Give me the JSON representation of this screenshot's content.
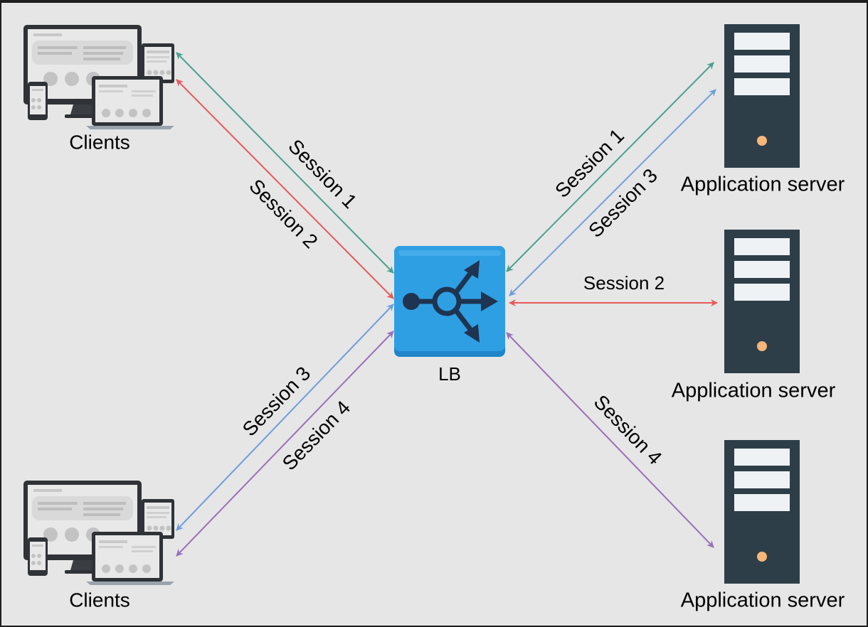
{
  "colors": {
    "background": "#e6e6e6",
    "frame": "#1f1f1f",
    "session1": "#4aa08f",
    "session2": "#e8595a",
    "session3": "#6f9ddf",
    "session4": "#9b6fb8",
    "lb_fill": "#2f9fe4",
    "lb_icon": "#1e3450",
    "server_body": "#2e3e48",
    "server_led": "#f4b779"
  },
  "clients": [
    {
      "label": "Clients"
    },
    {
      "label": "Clients"
    }
  ],
  "load_balancer": {
    "label": "LB"
  },
  "servers": [
    {
      "label": "Application server"
    },
    {
      "label": "Application server"
    },
    {
      "label": "Application server"
    }
  ],
  "connections": {
    "client1_session1": "Session 1",
    "client1_session2": "Session 2",
    "client2_session3": "Session 3",
    "client2_session4": "Session 4",
    "server1_session1": "Session 1",
    "server1_session3": "Session 3",
    "server2_session2": "Session 2",
    "server3_session4": "Session 4"
  }
}
